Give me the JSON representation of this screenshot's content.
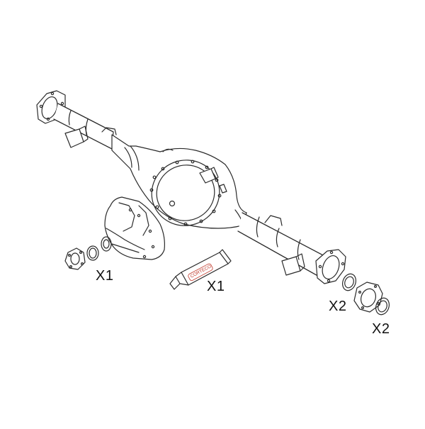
{
  "labels": {
    "differential_qty": "X1",
    "sealant_qty": "X1",
    "seal_qty": "X2",
    "flange_qty": "X2"
  },
  "tube_brand": "CORTECO",
  "colors": {
    "line": "#2a2a2a",
    "brand": "#c0392b",
    "background": "#ffffff"
  }
}
